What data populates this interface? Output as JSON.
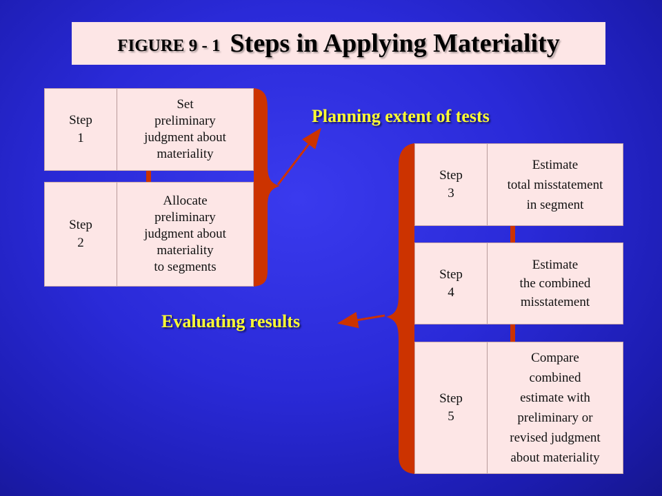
{
  "title": {
    "figure": "FIGURE 9 - 1",
    "text": "Steps in Applying Materiality"
  },
  "labels": {
    "planning": "Planning extent of tests",
    "evaluating": "Evaluating results"
  },
  "steps": [
    {
      "word": "Step",
      "num": "1",
      "desc": "Set\npreliminary\njudgment about\nmateriality"
    },
    {
      "word": "Step",
      "num": "2",
      "desc": "Allocate\npreliminary\njudgment about\nmateriality\nto segments"
    },
    {
      "word": "Step",
      "num": "3",
      "desc": "Estimate\ntotal misstatement\nin segment"
    },
    {
      "word": "Step",
      "num": "4",
      "desc": "Estimate\nthe combined\nmisstatement"
    },
    {
      "word": "Step",
      "num": "5",
      "desc": "Compare\ncombined\nestimate with\npreliminary or\nrevised judgment\nabout materiality"
    }
  ],
  "colors": {
    "box": "#fde6e6",
    "bracket": "#cc3300",
    "label": "#ffff33"
  }
}
